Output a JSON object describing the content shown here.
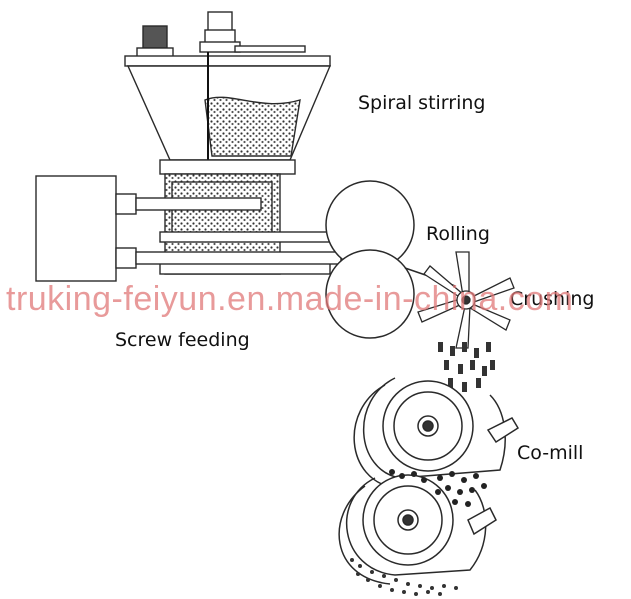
{
  "labels": {
    "spiral_stirring": "Spiral stirring",
    "rolling": "Rolling",
    "crushing": "Crushing",
    "screw_feeding": "Screw feeding",
    "co_mill": "Co-mill"
  },
  "watermark": "truking-feiyun.en.made-in-china.com",
  "colors": {
    "line": "#2a2a2a",
    "watermark": "#e07878"
  }
}
